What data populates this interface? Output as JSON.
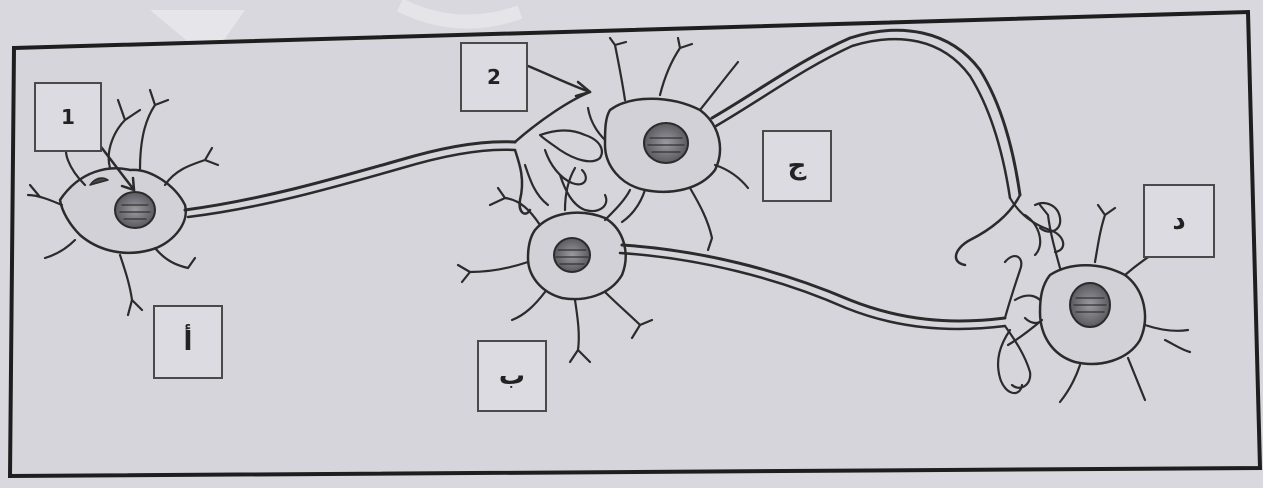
{
  "labels": {
    "n1": "1",
    "n2": "2",
    "alef": "أ",
    "ba": "ب",
    "jim": "ج",
    "dal": "د"
  }
}
